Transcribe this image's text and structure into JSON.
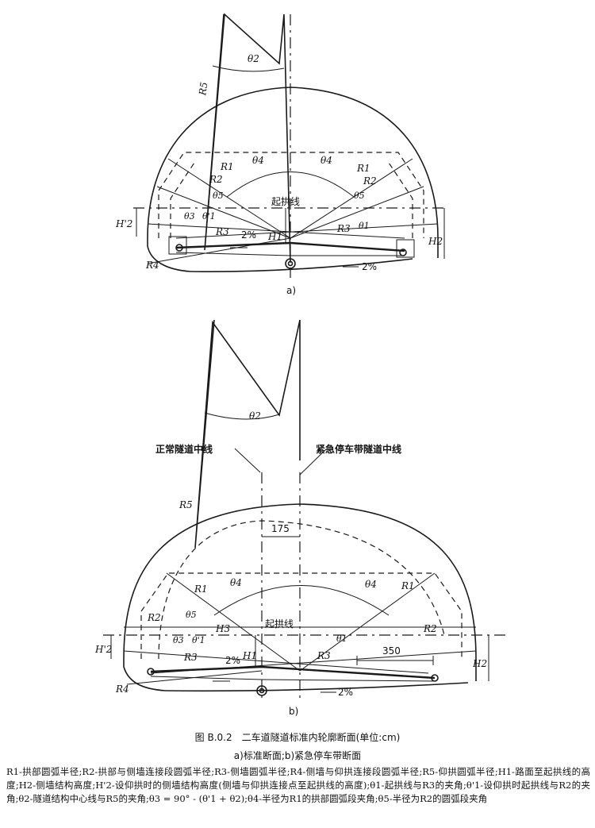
{
  "diagram_a": {
    "sub_label": "a)",
    "arch_line_label": "起拱线",
    "slope_left": "2%",
    "slope_right": "2%",
    "symbols": {
      "theta2": "θ2",
      "theta4_left": "θ4",
      "theta4_right": "θ4",
      "theta5_left": "θ5",
      "theta5_right": "θ5",
      "theta3": "θ3",
      "theta_prime1": "θ'1",
      "theta1": "θ1",
      "R1_left": "R1",
      "R1_right": "R1",
      "R2_left": "R2",
      "R2_right": "R2",
      "R3_left": "R3",
      "R3_right": "R3",
      "R4": "R4",
      "R5": "R5",
      "H1": "H1",
      "H2": "H2",
      "H_prime2": "H'2"
    }
  },
  "diagram_b": {
    "sub_label": "b)",
    "arch_line_label": "起拱线",
    "normal_centerline": "正常隧道中线",
    "emergency_centerline": "紧急停车带隧道中线",
    "offset_value": "175",
    "width_value": "350",
    "slope_left": "2%",
    "slope_right": "2%",
    "symbols": {
      "theta2": "θ2",
      "theta4_left": "θ4",
      "theta4_right": "θ4",
      "theta5": "θ5",
      "theta3": "θ3",
      "theta_prime1": "θ'1",
      "theta1": "θ1",
      "R1_left": "R1",
      "R1_right": "R1",
      "R2_left": "R2",
      "R2_right": "R2",
      "R3_left": "R3",
      "R3_right": "R3",
      "R4": "R4",
      "R5": "R5",
      "H1": "H1",
      "H2": "H2",
      "H_prime2": "H'2",
      "H3": "H3"
    }
  },
  "caption": {
    "title": "图 B.0.2　二车道隧道标准内轮廓断面(单位:cm)",
    "subtitle": "a)标准断面;b)紧急停车带断面"
  },
  "legend": "R1-拱部圆弧半径;R2-拱部与侧墙连接段圆弧半径;R3-侧墙圆弧半径;R4-侧墙与仰拱连接段圆弧半径;R5-仰拱圆弧半径;H1-路面至起拱线的高度;H2-侧墙结构高度;H'2-设仰拱时的侧墙结构高度(侧墙与仰拱连接点至起拱线的高度);θ1-起拱线与R3的夹角;θ'1-设仰拱时起拱线与R2的夹角;θ2-隧道结构中心线与R5的夹角;θ3 = 90° - (θ'1 + θ2);θ4-半径为R1的拱部圆弧段夹角;θ5-半径为R2的圆弧段夹角"
}
